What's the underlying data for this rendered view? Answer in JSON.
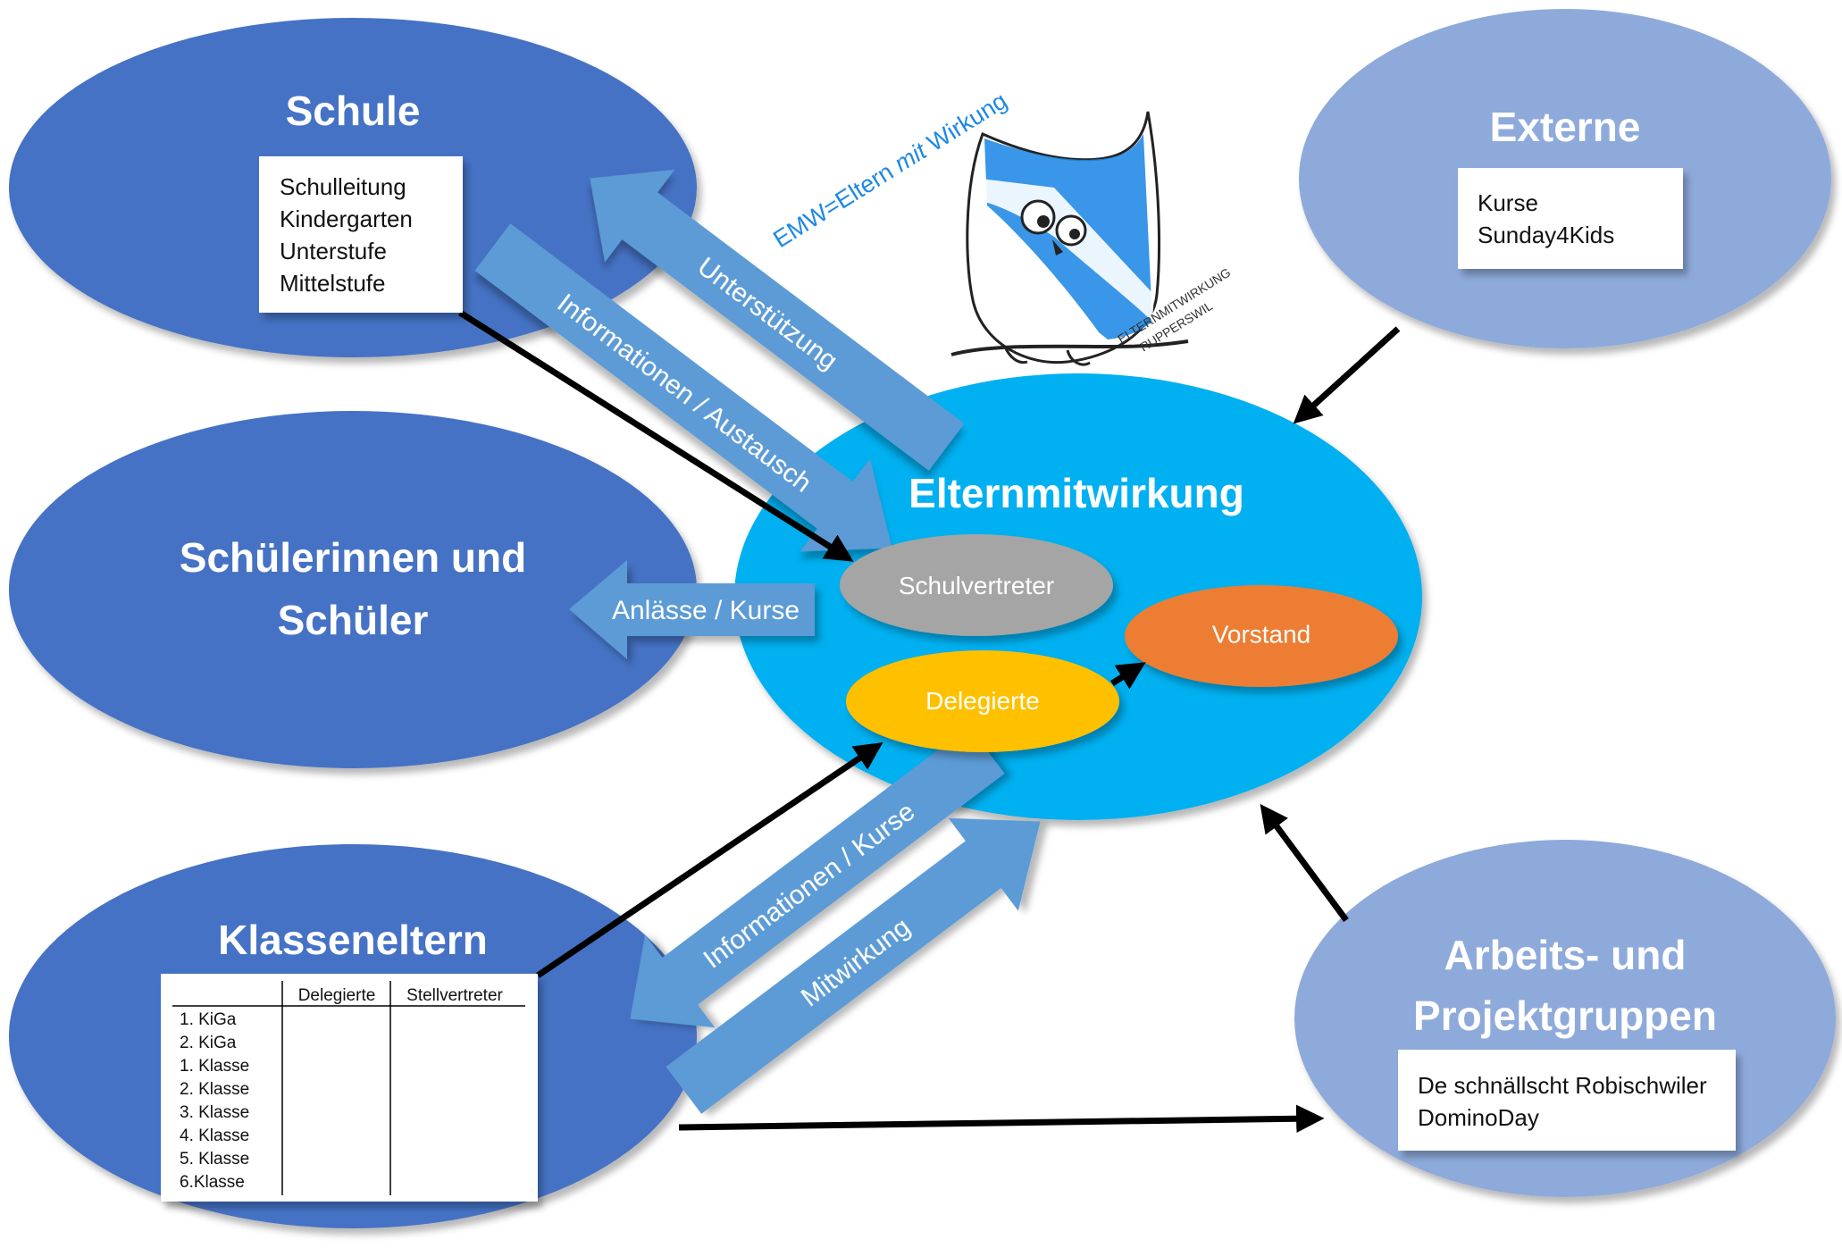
{
  "nodes": {
    "schule": {
      "title": "Schule",
      "items": [
        "Schulleitung",
        "Kindergarten",
        "Unterstufe",
        "Mittelstufe"
      ]
    },
    "schueler": {
      "title_line1": "Schülerinnen und",
      "title_line2": "Schüler"
    },
    "klasseneltern": {
      "title": "Klasseneltern",
      "table": {
        "headers": [
          "",
          "Delegierte",
          "Stellvertreter"
        ],
        "rows": [
          "1. KiGa",
          "2. KiGa",
          "1. Klasse",
          "2. Klasse",
          "3. Klasse",
          "4. Klasse",
          "5. Klasse",
          "6.Klasse"
        ]
      }
    },
    "externe": {
      "title": "Externe",
      "items": [
        "Kurse",
        "Sunday4Kids"
      ]
    },
    "arbeitsgruppen": {
      "title_line1": "Arbeits- und",
      "title_line2": "Projektgruppen",
      "items": [
        "De schnällscht Robischwiler",
        "DominoDay"
      ]
    },
    "elternmitwirkung": {
      "title": "Elternmitwirkung",
      "schulvertreter": "Schulvertreter",
      "vorstand": "Vorstand",
      "delegierte": "Delegierte"
    }
  },
  "arrows": {
    "unterstuetzung": "Unterstützung",
    "informationen_austausch": "Informationen / Austausch",
    "anlaesse_kurse": "Anlässe / Kurse",
    "informationen_kurse": "Informationen / Kurse",
    "mitwirkung": "Mitwirkung"
  },
  "logo": {
    "tagline_part1": "EMW=Eltern",
    "tagline_part2": "mit",
    "tagline_part3": "Wirkung",
    "text_line1": "ELTERNMITWIRKUNG",
    "text_line2": "RUPPERSWIL"
  },
  "colors": {
    "dark_blue": "#4472C4",
    "light_blue": "#8EAADB",
    "cyan": "#00B0F0",
    "arrow_blue": "#5B9BD5",
    "gray": "#A5A5A5",
    "orange": "#ED7D31",
    "yellow": "#FFC000"
  }
}
